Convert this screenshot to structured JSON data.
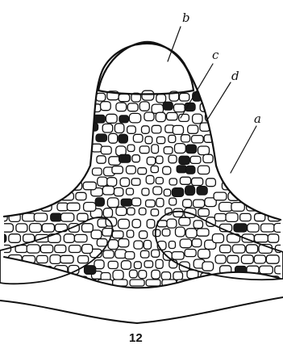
{
  "labels": {
    "a": "a",
    "b": "b",
    "c": "c",
    "d": "d"
  },
  "figure_number": "12"
}
